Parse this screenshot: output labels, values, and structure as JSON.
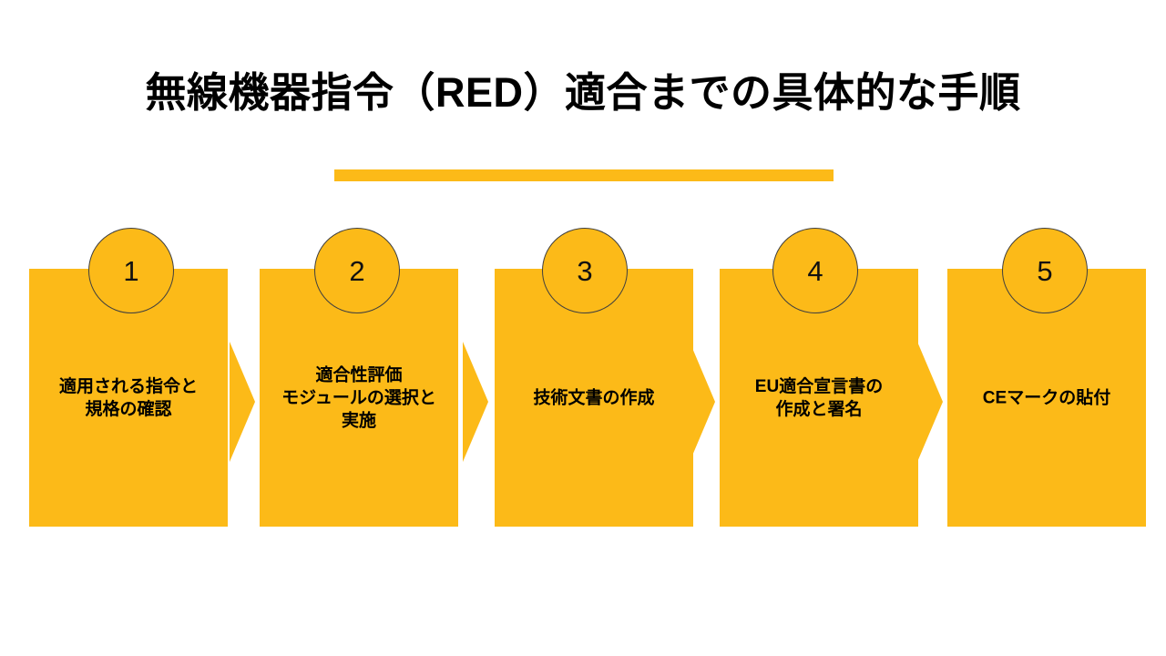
{
  "slide": {
    "title": "無線機器指令（RED）適合までの具体的な手順",
    "accent_color": "#FCBA18",
    "text_color": "#000000",
    "background_color": "#FFFFFF",
    "badge_outline_color": "#3F3F3F"
  },
  "process": {
    "type": "horizontal-step-flow",
    "step_count": 5,
    "steps": [
      {
        "number": "1",
        "label": "適用される指令と\n規格の確認"
      },
      {
        "number": "2",
        "label": "適合性評価\nモジュールの選択と\n実施"
      },
      {
        "number": "3",
        "label": "技術文書の作成"
      },
      {
        "number": "4",
        "label": "EU適合宣言書の\n作成と署名"
      },
      {
        "number": "5",
        "label": "CEマークの貼付"
      }
    ],
    "connectors": [
      {
        "icon": "chevron-right-icon"
      },
      {
        "icon": "chevron-right-icon"
      },
      {
        "icon": "chevron-right-icon"
      },
      {
        "icon": "chevron-right-icon"
      }
    ]
  }
}
